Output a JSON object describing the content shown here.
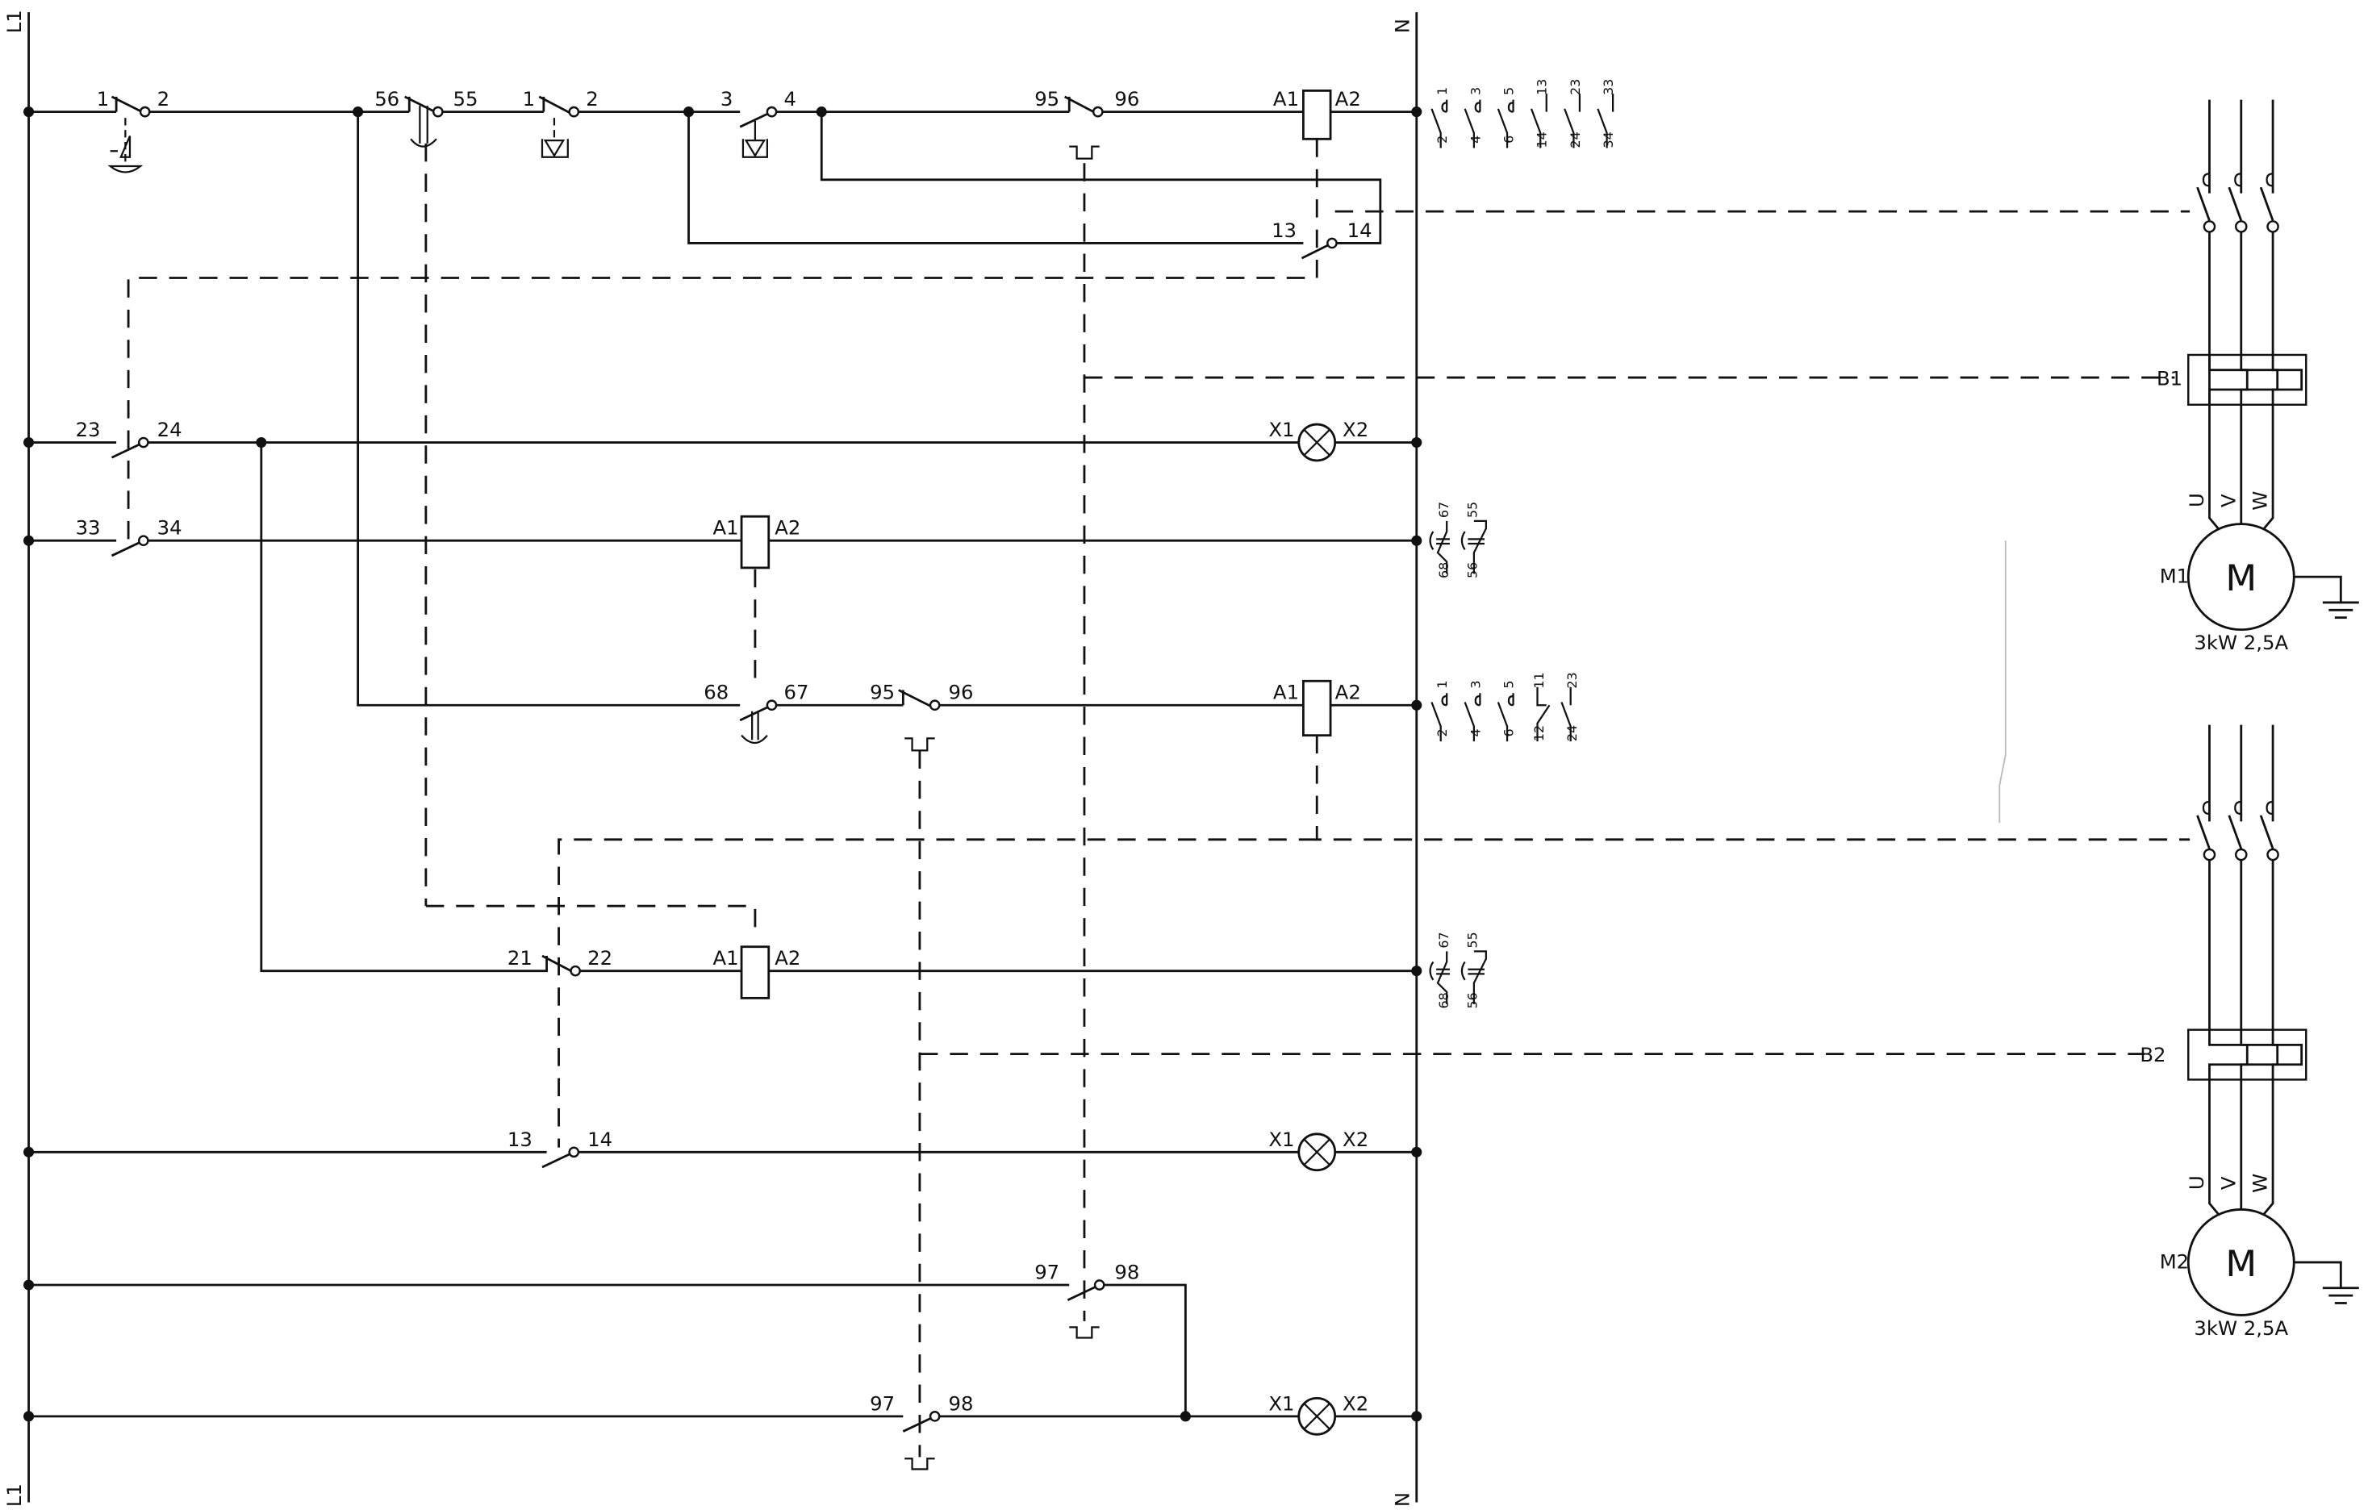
{
  "rails": {
    "left": "L1",
    "right": "N"
  },
  "rung1": {
    "stop_switch": {
      "t1": "1",
      "t2": "2"
    },
    "thermal_nc_56_55": {
      "t1": "56",
      "t2": "55"
    },
    "stop_button": {
      "t1": "1",
      "t2": "2"
    },
    "start_button": {
      "t1": "3",
      "t2": "4"
    },
    "overload_contact": {
      "t1": "95",
      "t2": "96"
    },
    "coil": {
      "a1": "A1",
      "a2": "A2"
    },
    "self_hold": {
      "t1": "13",
      "t2": "14"
    },
    "contacts": [
      "1",
      "2",
      "3",
      "4",
      "5",
      "6",
      "13",
      "14",
      "23",
      "24",
      "33",
      "34"
    ]
  },
  "rung2": {
    "contact": {
      "t1": "23",
      "t2": "24"
    },
    "lamp": {
      "x1": "X1",
      "x2": "X2"
    }
  },
  "rung3": {
    "contact": {
      "t1": "33",
      "t2": "34"
    },
    "coil": {
      "a1": "A1",
      "a2": "A2"
    },
    "timer_contacts": [
      "67",
      "68",
      "55",
      "56"
    ]
  },
  "rung4": {
    "timer_contact": {
      "t1": "68",
      "t2": "67"
    },
    "overload_contact": {
      "t1": "95",
      "t2": "96"
    },
    "coil": {
      "a1": "A1",
      "a2": "A2"
    },
    "contacts": [
      "1",
      "2",
      "3",
      "4",
      "5",
      "6",
      "11",
      "12",
      "23",
      "24"
    ]
  },
  "rung5": {
    "contact": {
      "t1": "21",
      "t2": "22"
    },
    "coil": {
      "a1": "A1",
      "a2": "A2"
    },
    "timer_contacts": [
      "67",
      "68",
      "55",
      "56"
    ]
  },
  "rung6": {
    "contact": {
      "t1": "13",
      "t2": "14"
    },
    "lamp": {
      "x1": "X1",
      "x2": "X2"
    }
  },
  "rung7": {
    "contact": {
      "t1": "97",
      "t2": "98"
    }
  },
  "rung8": {
    "contact": {
      "t1": "97",
      "t2": "98"
    },
    "lamp": {
      "x1": "X1",
      "x2": "X2"
    }
  },
  "motors": [
    {
      "overload": "B1",
      "name": "M1",
      "symbol": "M",
      "phases": [
        "U",
        "V",
        "W"
      ],
      "rating": "3kW 2,5A"
    },
    {
      "overload": "B2",
      "name": "M2",
      "symbol": "M",
      "phases": [
        "U",
        "V",
        "W"
      ],
      "rating": "3kW 2,5A"
    }
  ]
}
